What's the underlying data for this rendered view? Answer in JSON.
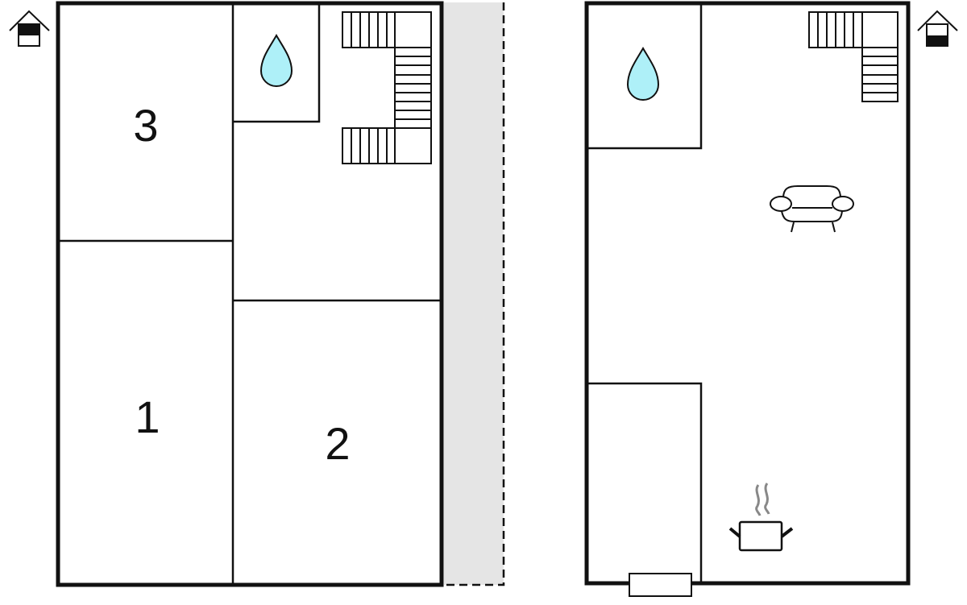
{
  "floors": [
    {
      "name": "ground-floor",
      "icon": "house-lower-floor-icon",
      "rooms": [
        {
          "label": "3",
          "type": "bedroom"
        },
        {
          "label": "1",
          "type": "bedroom"
        },
        {
          "label": "2",
          "type": "bedroom"
        }
      ]
    },
    {
      "name": "upper-floor",
      "icon": "house-upper-floor-icon"
    }
  ],
  "colors": {
    "wall": "#111111",
    "water": "#aef0f8",
    "terrace": "#e5e5e5",
    "steam": "#888888"
  }
}
